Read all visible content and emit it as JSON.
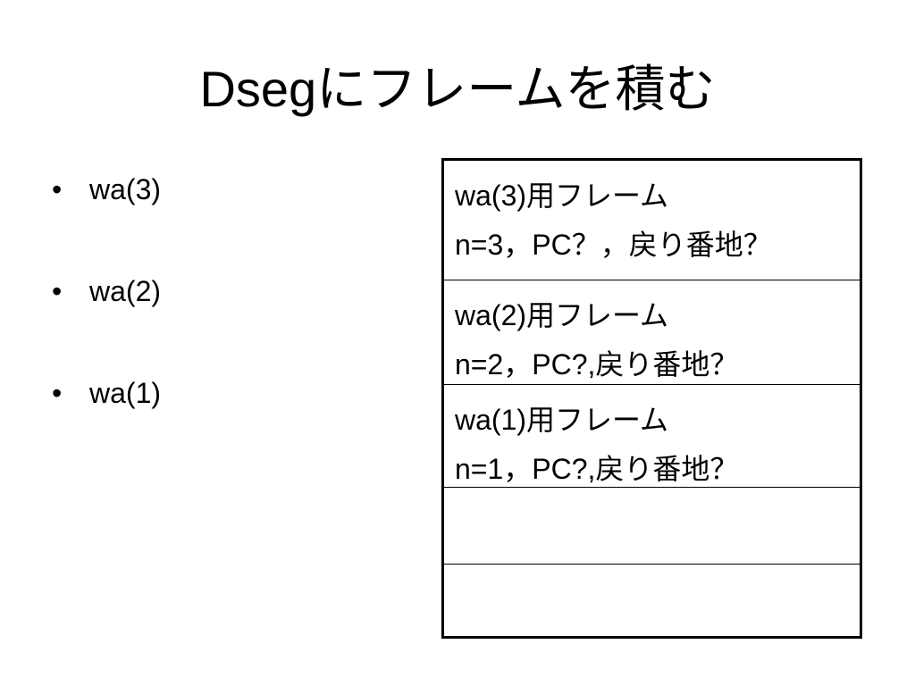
{
  "title": "Dsegにフレームを積む",
  "bullets": [
    {
      "marker": "•",
      "text": "wa(3)"
    },
    {
      "marker": "•",
      "text": "wa(2)"
    },
    {
      "marker": "•",
      "text": "wa(1)"
    }
  ],
  "stack_frames": [
    {
      "line1": "wa(3)用フレーム",
      "line2": "n=3，PC？，戻り番地？"
    },
    {
      "line1": "wa(2)用フレーム",
      "line2": "n=2，PC?,戻り番地？"
    },
    {
      "line1": "wa(1)用フレーム",
      "line2": "n=1，PC?,戻り番地？"
    },
    {
      "line1": "",
      "line2": ""
    },
    {
      "line1": "",
      "line2": ""
    }
  ]
}
